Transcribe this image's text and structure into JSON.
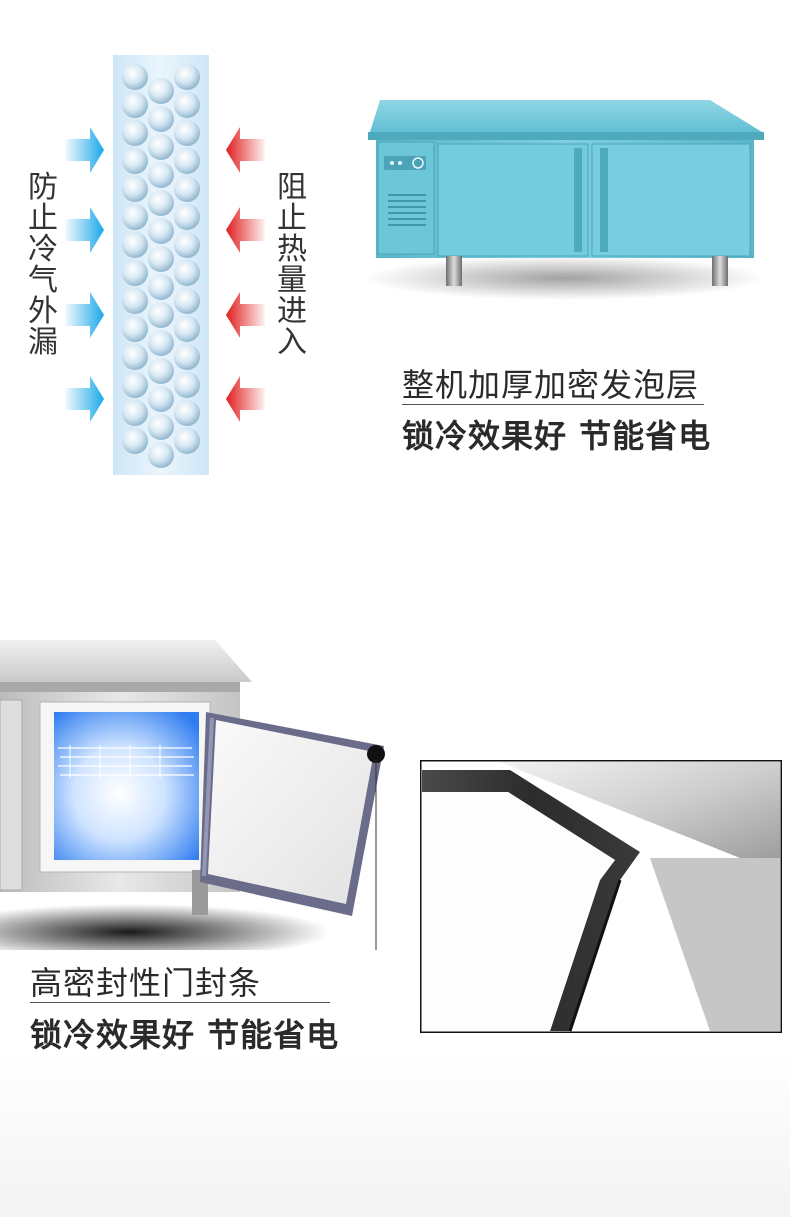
{
  "insulation": {
    "left_label": "防止冷气外漏",
    "right_label": "阻止热量进入"
  },
  "foam": {
    "title": "整机加厚加密发泡层",
    "subtitle": "锁冷效果好 节能省电"
  },
  "seal": {
    "title": "高密封性门封条",
    "subtitle": "锁冷效果好 节能省电"
  },
  "colors": {
    "cold_arrow": "#1aa8e8",
    "heat_arrow": "#e01c1c",
    "cabinet_blue": "#67c4d6",
    "steel": "#d6d6d6",
    "gasket": "#3a3a3a"
  }
}
